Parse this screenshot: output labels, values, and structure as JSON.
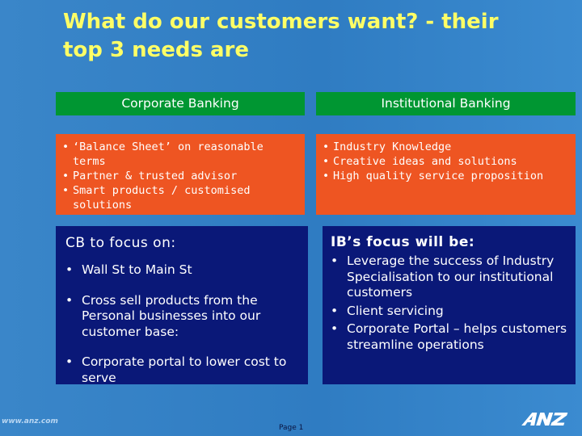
{
  "slide": {
    "title_line1": "What do our customers want? - their",
    "title_line2": "top 3 needs are"
  },
  "columns": {
    "corporate": {
      "header": "Corporate Banking",
      "needs": [
        "‘Balance Sheet’ on reasonable terms",
        "Partner & trusted advisor",
        "Smart products / customised solutions"
      ],
      "focus_heading": "CB to focus on:",
      "focus_items": [
        "Wall St to Main St",
        "Cross sell products from the Personal businesses into our customer base:",
        "Corporate portal to lower cost to serve"
      ]
    },
    "institutional": {
      "header": "Institutional Banking",
      "needs": [
        "Industry Knowledge",
        "Creative ideas and solutions",
        "High quality service proposition"
      ],
      "focus_heading": "IB’s focus will be:",
      "focus_items": [
        "Leverage the success of Industry Specialisation to our institutional customers",
        "Client servicing",
        "Corporate Portal – helps customers streamline operations"
      ]
    }
  },
  "footer": {
    "url": "www.anz.com",
    "page": "Page 1",
    "logo": "ANZ"
  },
  "colors": {
    "background": "#3a86c9",
    "title": "#ffff66",
    "header_green": "#009632",
    "needs_orange": "#ee5522",
    "focus_navy": "#0a1878"
  }
}
